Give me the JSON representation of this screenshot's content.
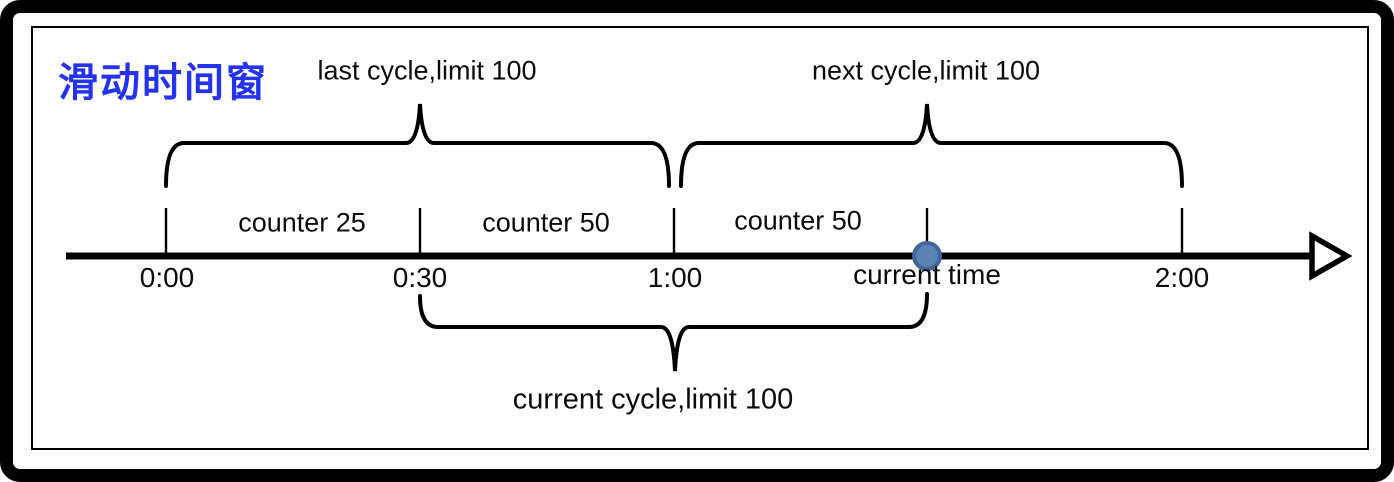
{
  "title": {
    "text": "滑动时间窗",
    "color": "#2433F0"
  },
  "diagram": {
    "braces": {
      "last_cycle": "last cycle,limit 100",
      "next_cycle": "next cycle,limit 100",
      "current_cycle": "current cycle,limit 100"
    },
    "counters": [
      "counter 25",
      "counter 50",
      "counter 50"
    ],
    "ticks": [
      "0:00",
      "0:30",
      "1:00",
      "2:00"
    ],
    "current_time_label": "current time",
    "limit_per_cycle": 100,
    "colors": {
      "timeline": "#000000",
      "dot_fill": "#5B82B4",
      "dot_border": "#42659A",
      "title_blue": "#2433F0"
    }
  }
}
